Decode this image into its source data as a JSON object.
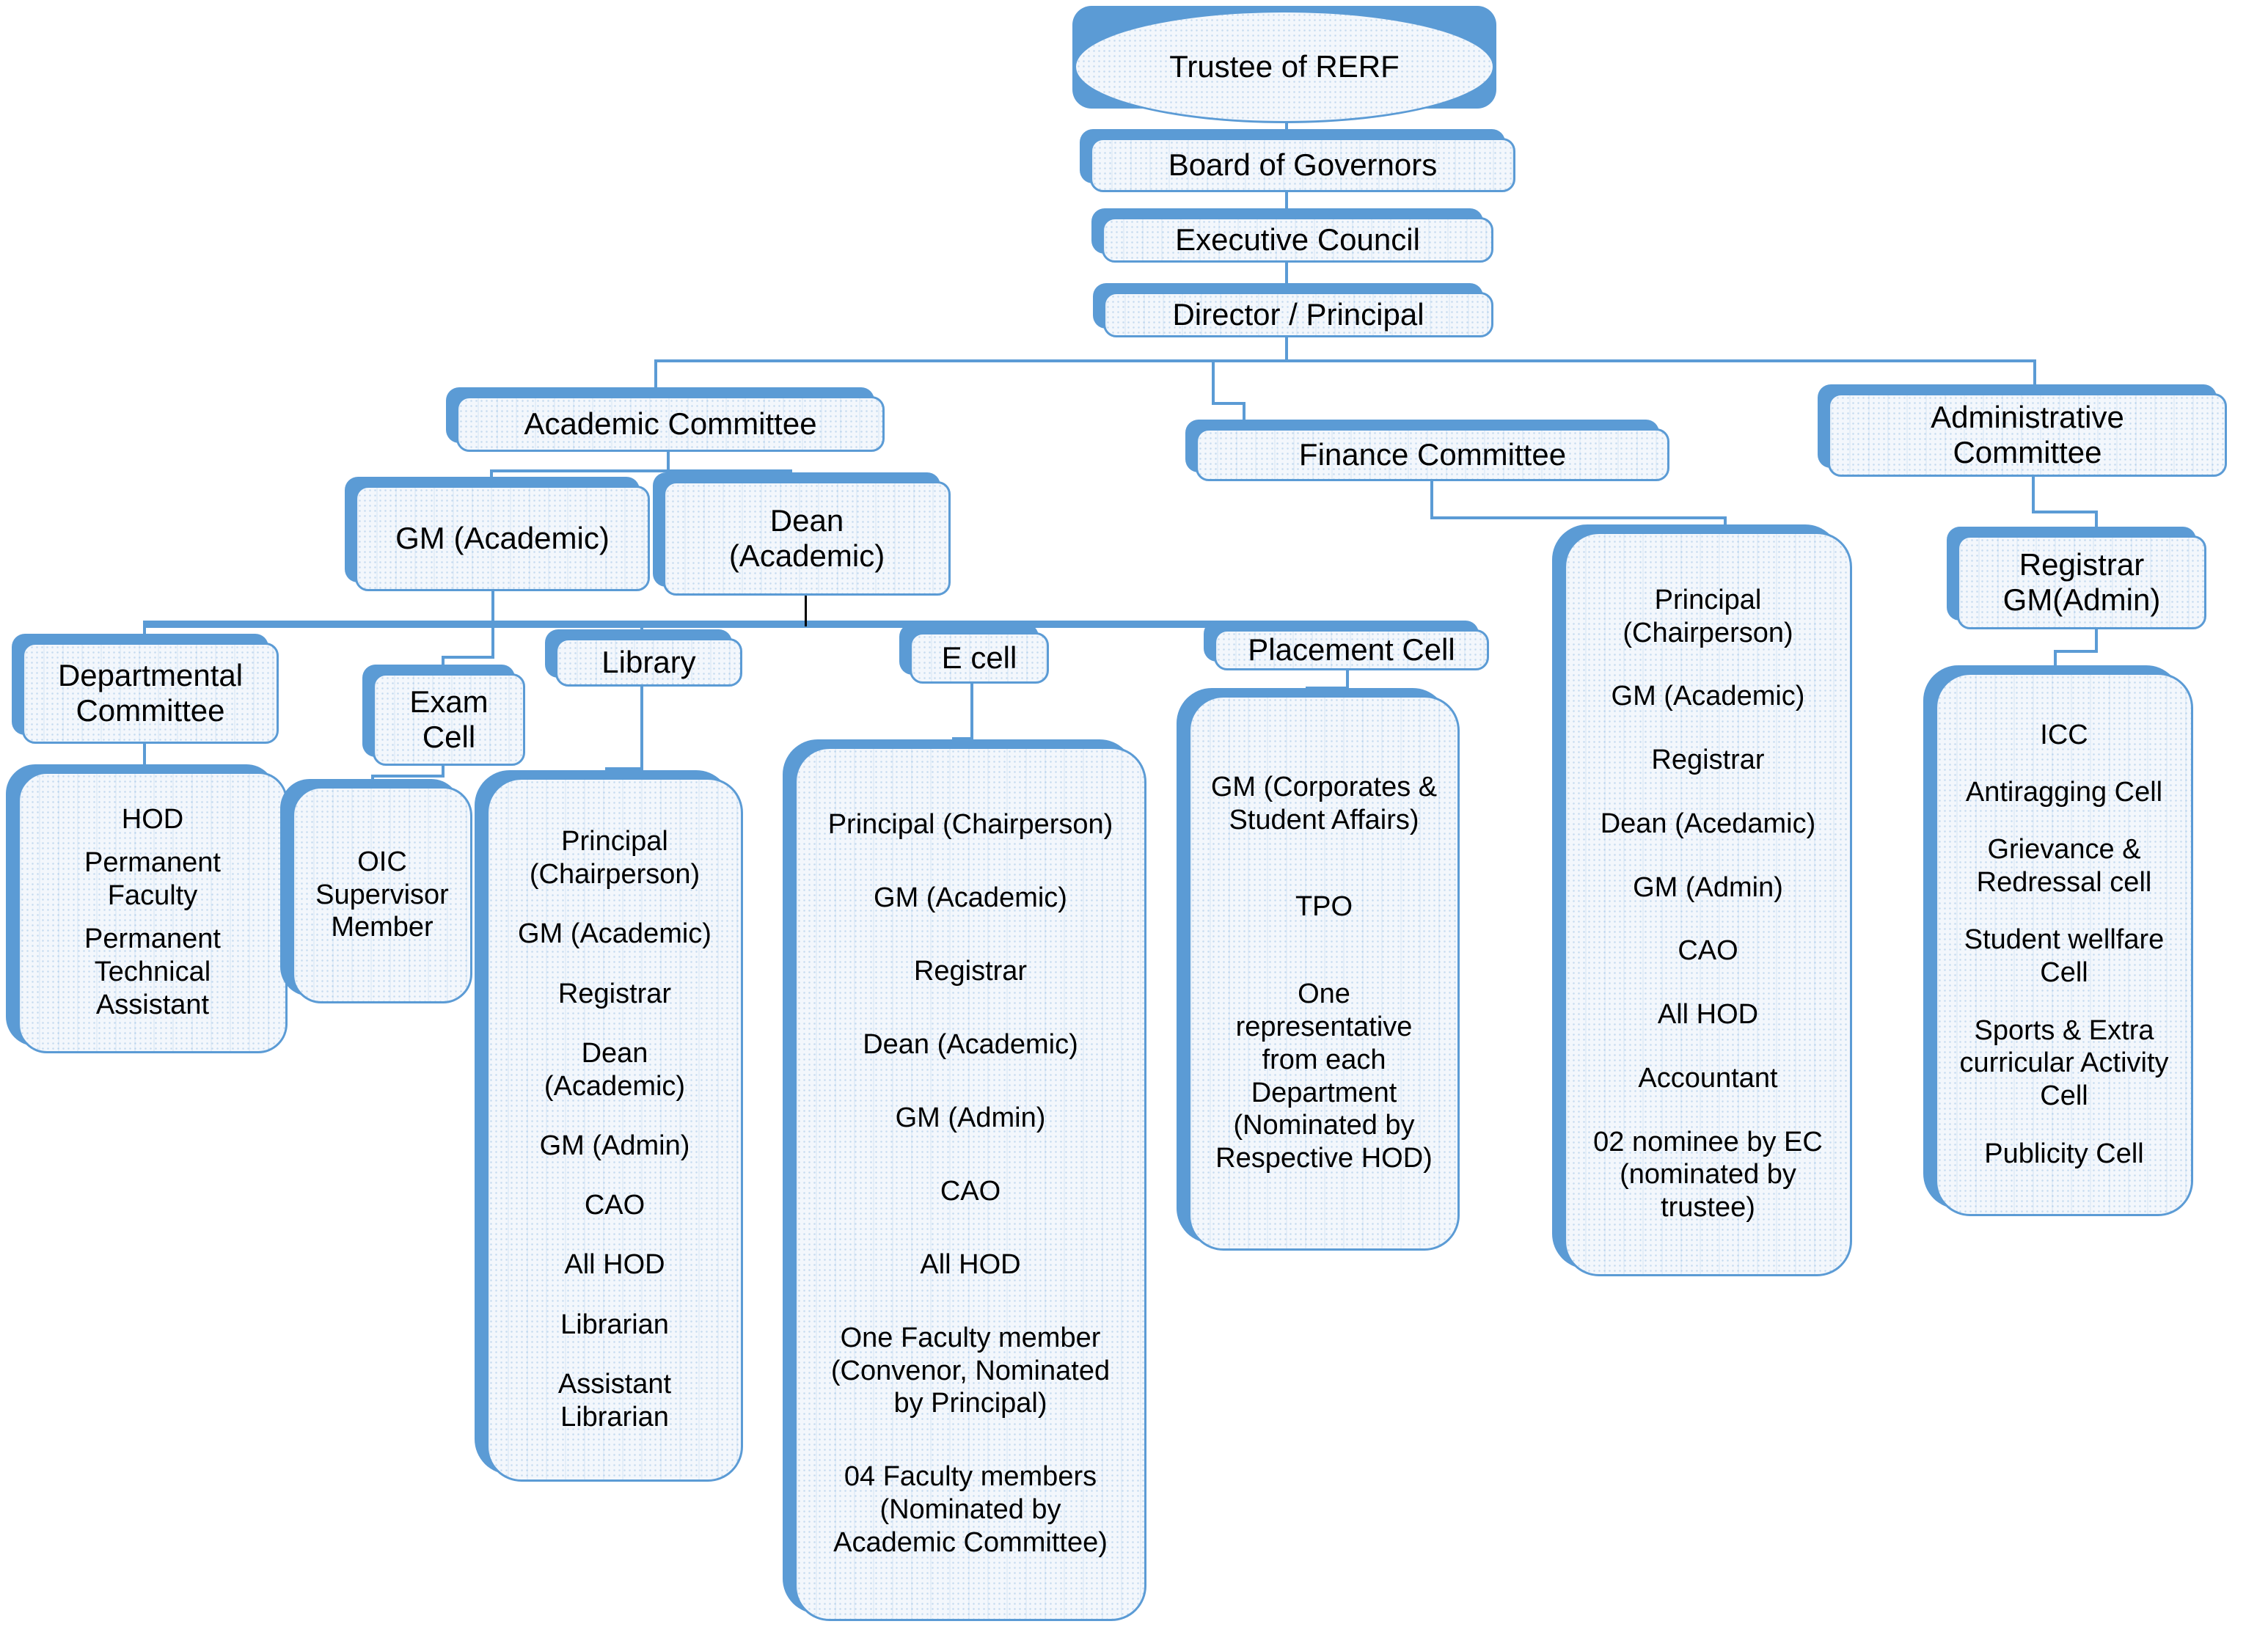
{
  "colors": {
    "accent": "#5b9bd5",
    "box_fill": "#f3f7fc",
    "text": "#000000",
    "dean_line": "#000000"
  },
  "top_chain": {
    "trustee": "Trustee of RERF",
    "board": "Board of Governors",
    "executive": "Executive Council",
    "director": "Director / Principal"
  },
  "committees": {
    "academic": "Academic Committee",
    "finance": "Finance Committee",
    "administrative": "Administrative Committee"
  },
  "academic_branch": {
    "gm_academic": "GM (Academic)",
    "dean_academic": "Dean (Academic)"
  },
  "administrative_branch": {
    "registrar": "Registrar GM(Admin)"
  },
  "cells": {
    "departmental": "Departmental Committee",
    "exam": "Exam Cell",
    "library": "Library",
    "ecell": "E cell",
    "placement": "Placement Cell"
  },
  "members": {
    "departmental": [
      "HOD",
      "Permanent Faculty",
      "Permanent Technical Assistant"
    ],
    "exam": [
      "OIC Supervisor Member"
    ],
    "library": [
      "Principal (Chairperson)",
      "GM (Academic)",
      "Registrar",
      "Dean (Academic)",
      "GM (Admin)",
      "CAO",
      "All HOD",
      "Librarian",
      "Assistant Librarian"
    ],
    "ecell": [
      "Principal (Chairperson)",
      "GM (Academic)",
      "Registrar",
      "Dean (Academic)",
      "GM (Admin)",
      "CAO",
      "All HOD",
      "One Faculty member (Convenor, Nominated by Principal)",
      "04 Faculty members (Nominated by Academic Committee)"
    ],
    "placement": [
      "GM (Corporates & Student Affairs)",
      "TPO",
      "One representative from each Department (Nominated by Respective HOD)"
    ],
    "finance": [
      "Principal (Chairperson)",
      "GM (Academic)",
      "Registrar",
      "Dean (Acedamic)",
      "GM (Admin)",
      "CAO",
      "All HOD",
      "Accountant",
      "02 nominee by EC (nominated by trustee)"
    ],
    "administrative": [
      "ICC",
      "Antiragging Cell",
      "Grievance & Redressal cell",
      "Student wellfare Cell",
      "Sports & Extra curricular Activity Cell",
      "Publicity Cell"
    ]
  }
}
